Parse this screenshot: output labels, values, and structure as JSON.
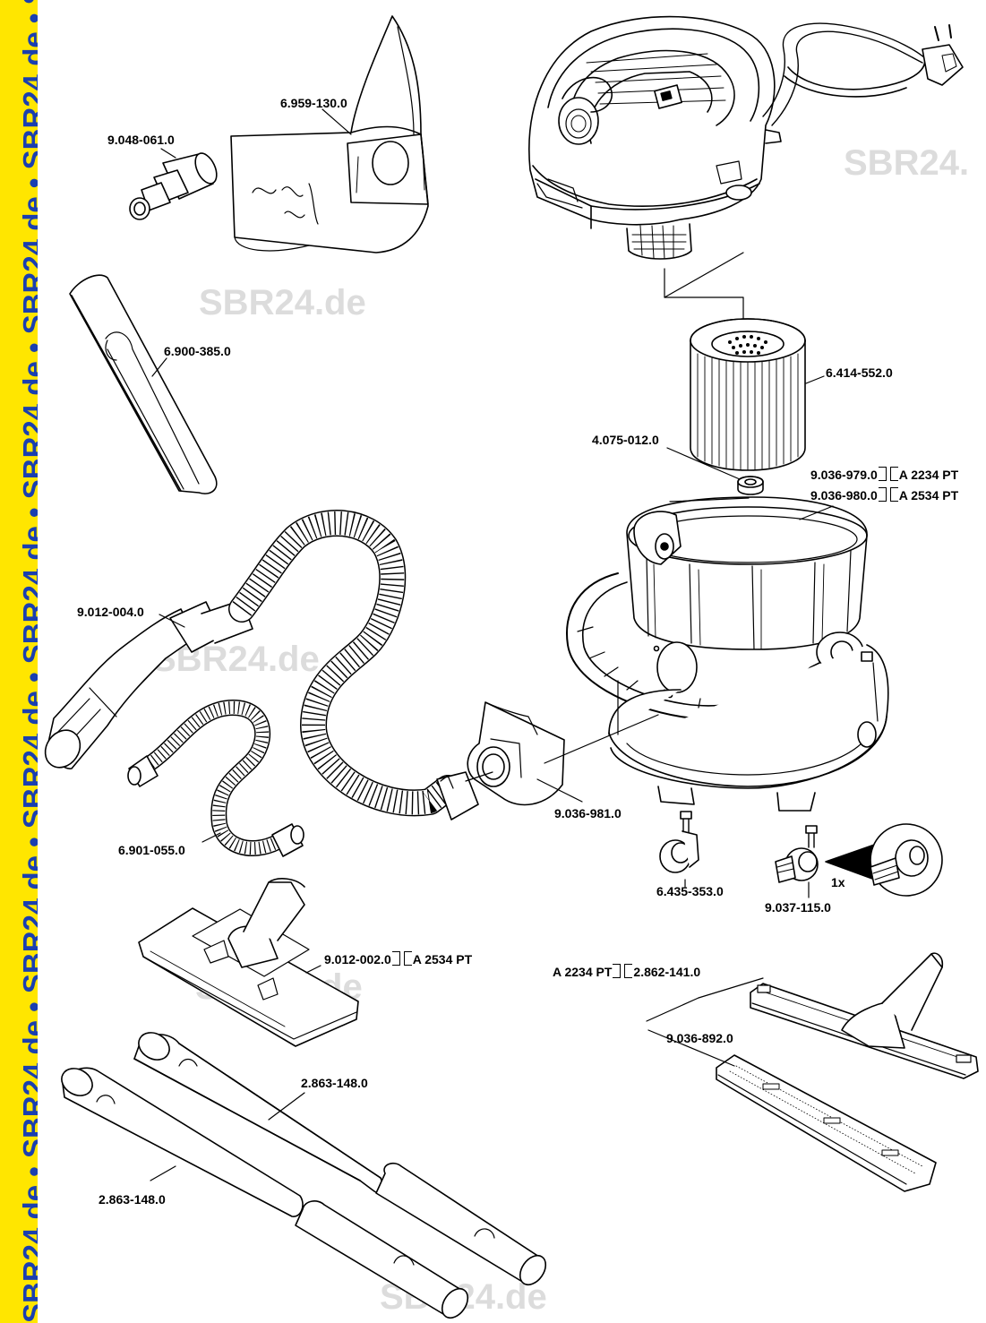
{
  "side_banner": "SBR24.de • SBR24.de • SBR24.de • SBR24.de • SBR24.de • SBR24.de • SBR24.de • SBR24.de • SBR24.de",
  "watermark": "SBR24.de",
  "watermark_cut": "SBR24.",
  "parts": {
    "p1": "6.959-130.0",
    "p2": "9.048-061.0",
    "p3": "6.900-385.0",
    "p4": "6.414-552.0",
    "p5": "4.075-012.0",
    "p6a": "9.036-979.0",
    "p6a_model": "A 2234 PT",
    "p6b": "9.036-980.0",
    "p6b_model": "A 2534 PT",
    "p7": "9.012-004.0",
    "p8": "9.036-981.0",
    "p9": "6.901-055.0",
    "p10": "6.435-353.0",
    "p11": "9.037-115.0",
    "p11_qty": "1x",
    "p12": "9.012-002.0",
    "p12_model": "A 2534 PT",
    "p13_model": "A 2234 PT",
    "p13": "2.862-141.0",
    "p14": "9.036-892.0",
    "p15": "2.863-148.0",
    "p16": "2.863-148.0"
  }
}
